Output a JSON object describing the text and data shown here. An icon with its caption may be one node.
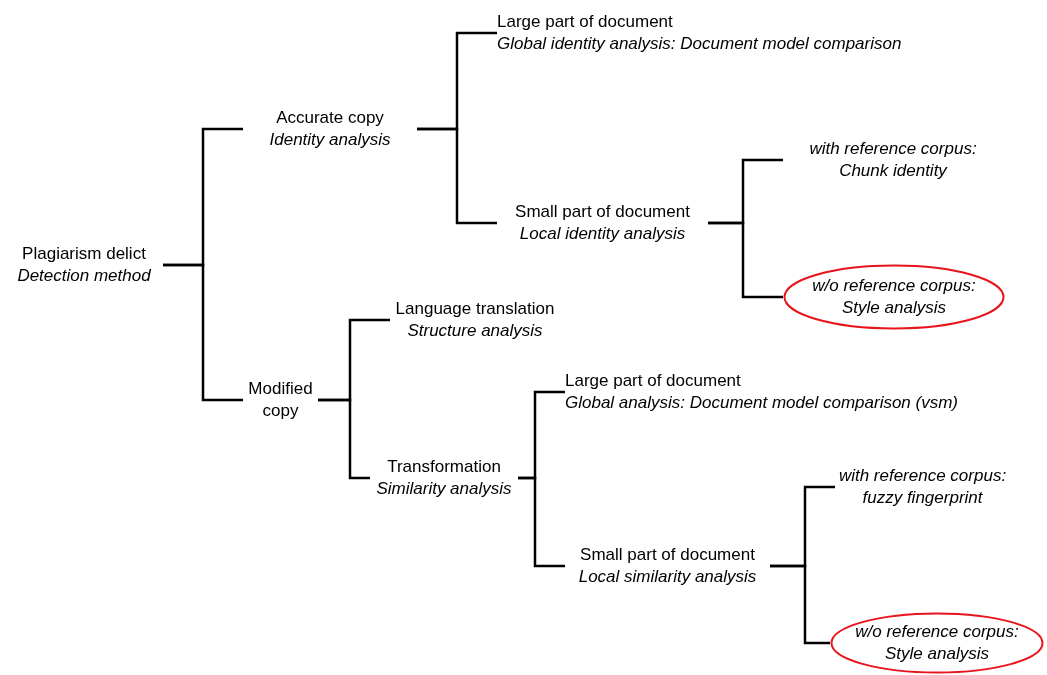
{
  "diagram": {
    "nodes": [
      {
        "text": [
          "Plagiarism delict",
          "Detection method"
        ]
      },
      {
        "text": [
          "Accurate copy",
          "Identity analysis"
        ]
      },
      {
        "text": [
          "Large part of document",
          "Global identity analysis: Document model comparison"
        ]
      },
      {
        "text": [
          "Small part of document",
          "Local identity analysis"
        ]
      },
      {
        "text": [
          "with reference corpus:",
          "Chunk identity"
        ]
      },
      {
        "text": [
          "w/o reference corpus:",
          "Style analysis"
        ]
      },
      {
        "text": [
          "Modified copy"
        ]
      },
      {
        "text": [
          "Language translation",
          "Structure analysis"
        ]
      },
      {
        "text": [
          "Transformation",
          "Similarity analysis"
        ]
      },
      {
        "text": [
          "Large part of document",
          "Global analysis: Document model comparison (vsm)"
        ]
      },
      {
        "text": [
          "Small part of document",
          "Local similarity analysis"
        ]
      },
      {
        "text": [
          "with reference corpus:",
          "fuzzy fingerprint"
        ]
      },
      {
        "text": [
          "w/o reference corpus:",
          "Style analysis"
        ]
      }
    ],
    "edges": [
      {
        "from": 0,
        "to": 1,
        "arrow": "none"
      },
      {
        "from": 0,
        "to": 6,
        "arrow": "none"
      },
      {
        "from": 1,
        "to": 2,
        "arrow": "none"
      },
      {
        "from": 1,
        "to": 3,
        "arrow": "none"
      },
      {
        "from": 3,
        "to": 4,
        "arrow": "none"
      },
      {
        "from": 3,
        "to": 5,
        "arrow": "none"
      },
      {
        "from": 6,
        "to": 7,
        "arrow": "none"
      },
      {
        "from": 6,
        "to": 8,
        "arrow": "none"
      },
      {
        "from": 8,
        "to": 9,
        "arrow": "none"
      },
      {
        "from": 8,
        "to": 10,
        "arrow": "none"
      },
      {
        "from": 10,
        "to": 11,
        "arrow": "none"
      },
      {
        "from": 10,
        "to": 12,
        "arrow": "none"
      }
    ]
  }
}
